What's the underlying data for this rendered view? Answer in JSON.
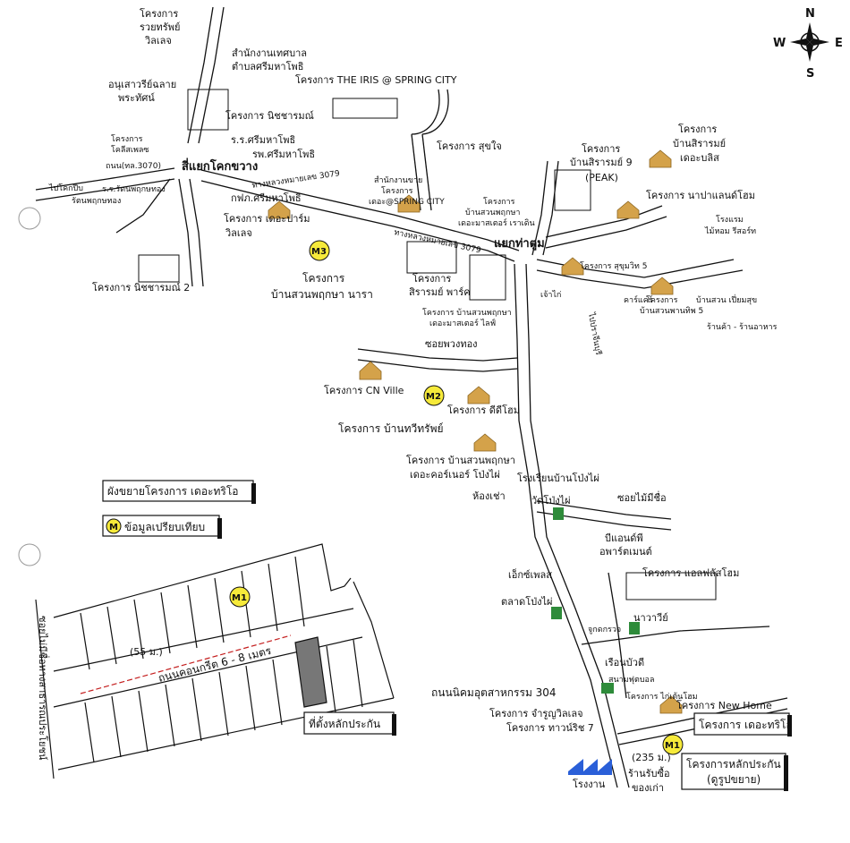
{
  "compass": {
    "n": "N",
    "s": "S",
    "e": "E",
    "w": "W"
  },
  "labels": {
    "p_roiyasap": "โครงการ",
    "p_roiyasap2": "รวยทรัพย์",
    "p_roiyasap3": "วิลเลจ",
    "mun_office": "สำนักงานเทศบาล",
    "mun_office2": "ตำบลศรีมหาโพธิ",
    "monument": "อนุเสาวรีย์ฉลาย",
    "monument2": "พระทัศน์",
    "p_nitcharom": "โครงการ นิชชารมณ์",
    "school_sri": "ร.ร.ศรีมหาโพธิ",
    "hosp_sri": "รพ.ศรีมหาโพธิ",
    "road3070": "ถนน(ทล.3070)",
    "to_kabin": "ไปโคกปีบ",
    "school_rat": "ร.ร.รัตนพฤกษทอง",
    "school_rat2": "รัตนพฤกษทอง",
    "junction_khok": "สี่แยกโคกขวาง",
    "pea": "กฟภ.ศรีมหาโพธิ",
    "p_dheparam": "โครงการ เดอะปาร์ม",
    "p_dheparam2": "วิลเลจ",
    "p_nitcharom2": "โครงการ นิชชารมณ์ 2",
    "p_small_left": "โครงการ",
    "p_small_left2": "โคลีสเพลซ",
    "iris": "โครงการ THE IRIS @ SPRING CITY",
    "p_sukjai": "โครงการ สุขใจ",
    "p_sirarom9": "โครงการ",
    "p_sirarom9b": "บ้านสิรารมย์ 9",
    "p_sirarom9c": "(PEAK)",
    "p_sirarom_bliss": "โครงการ",
    "p_sirarom_bliss2": "บ้านสิรารมย์",
    "p_sirarom_bliss3": "เดอะบลิส",
    "p_napa": "โครงการ นาปาแลนด์โฮม",
    "hotel": "โรงแรม",
    "hotel2": "ไม้หอม รีสอร์ท",
    "road3079a": "ทางหลวงหมายเลข 3079",
    "road3079b": "ทางหลวงหมายเลข 3079",
    "office_small": "สำนักงานขาย",
    "office_small2": "โครงการ",
    "office_small3": "เดอะ@SPRING CITY",
    "p_suan_small": "โครงการ",
    "p_suan_small2": "บ้านสวนพฤกษา",
    "p_suan_small3": "เดอะมาสเตอร์ เราเดิน",
    "junction_tatum": "แยกท่าตูม",
    "m3": "M3",
    "p_suan_nara": "โครงการ",
    "p_suan_nara2": "บ้านสวนพฤกษา นารา",
    "p_sirarom_park": "โครงการ",
    "p_sirarom_park2": "สิรารมย์ พาร์ค",
    "p_suan_life": "โครงการ บ้านสวนพฤกษา",
    "p_suan_life2": "เดอะมาสเตอร์ ไลฟ์",
    "chao_kai": "เจ้าไก่",
    "p_sukhumvit": "โครงการ สุขุมวิท 5",
    "to_prachin": "ไปปราจีนบุรี",
    "p_suan_pathum": "โครงการ",
    "p_suan_pathum2": "บ้านสวนพานทิพ 5",
    "cafe": "คาร์แคร์",
    "house_green": "บ้านสวน เปี่ยมสุข",
    "shop": "ร้านค้า - ร้านอาหาร",
    "soi_phuang": "ซอยพวงทอง",
    "p_cnville": "โครงการ CN Ville",
    "m2": "M2",
    "p_dd": "โครงการ ดีดีโฮม",
    "p_thawee": "โครงการ บ้านทวีทรัพย์",
    "p_suan_con": "โครงการ บ้านสวนพฤกษา",
    "p_suan_con2": "เดอะคอร์เนอร์ โป่งไผ่",
    "school_pong": "โรงเรียนบ้านโป่งไผ่",
    "rest_room": "ห้องเช่า",
    "wat_pong": "วัดโป่งไผ่",
    "soi_mai": "ซอยไม้มีชื่อ",
    "apartment": "บีแอนด์พี",
    "apartment2": "อพาร์ตเมนต์",
    "p_alpha": "โครงการ แอลฟลัสโฮม",
    "express": "เอ็กซ์เพลส",
    "market": "ตลาดโป่งไผ่",
    "jurakap": "จูกดกรวจ",
    "nawawi": "นาวาวีย์",
    "school_rb": "เรือนบัวดี",
    "field": "สนามฟุตบอล",
    "road304": "ถนนนิคมอุตสาหกรรม 304",
    "p_kai_home": "โครงการ ไก่เต้นโฮม",
    "p_new_home": "โครงการ New Home",
    "p_jarun": "โครงการ จำรูญวิลเลจ",
    "p_town": "โครงการ ทาวน์ริช 7",
    "p_the_trio": "โครงการ เดอะทริโอ",
    "m1": "M1",
    "dist235": "(235 ม.)",
    "shop_old": "ร้านรับซื้อ",
    "shop_old2": "ของเก่า",
    "factory": "โรงงาน",
    "main_prop": "โครงการหลักประกัน",
    "main_prop2": "(ดูรูปขยาย)",
    "detail_title": "ผังขยายโครงการ เดอะทริโอ",
    "legend_m": "M",
    "legend_text": "ข้อมูลเปรียบเทียบ",
    "detail_m1": "M1",
    "detail_dist": "(55 ม.)",
    "detail_road": "ถนนคอนกรีต 6 - 8 เมตร",
    "detail_soi": "ซอยไม่มีชื่อทางสาธารณประโยชน์",
    "detail_loc": "ที่ตั้งหลักประกัน"
  },
  "colors": {
    "house": "#d4a24a",
    "marker": "#f6ea3a",
    "factory": "#2a5fd8",
    "store_green": "#2e8b3a"
  }
}
